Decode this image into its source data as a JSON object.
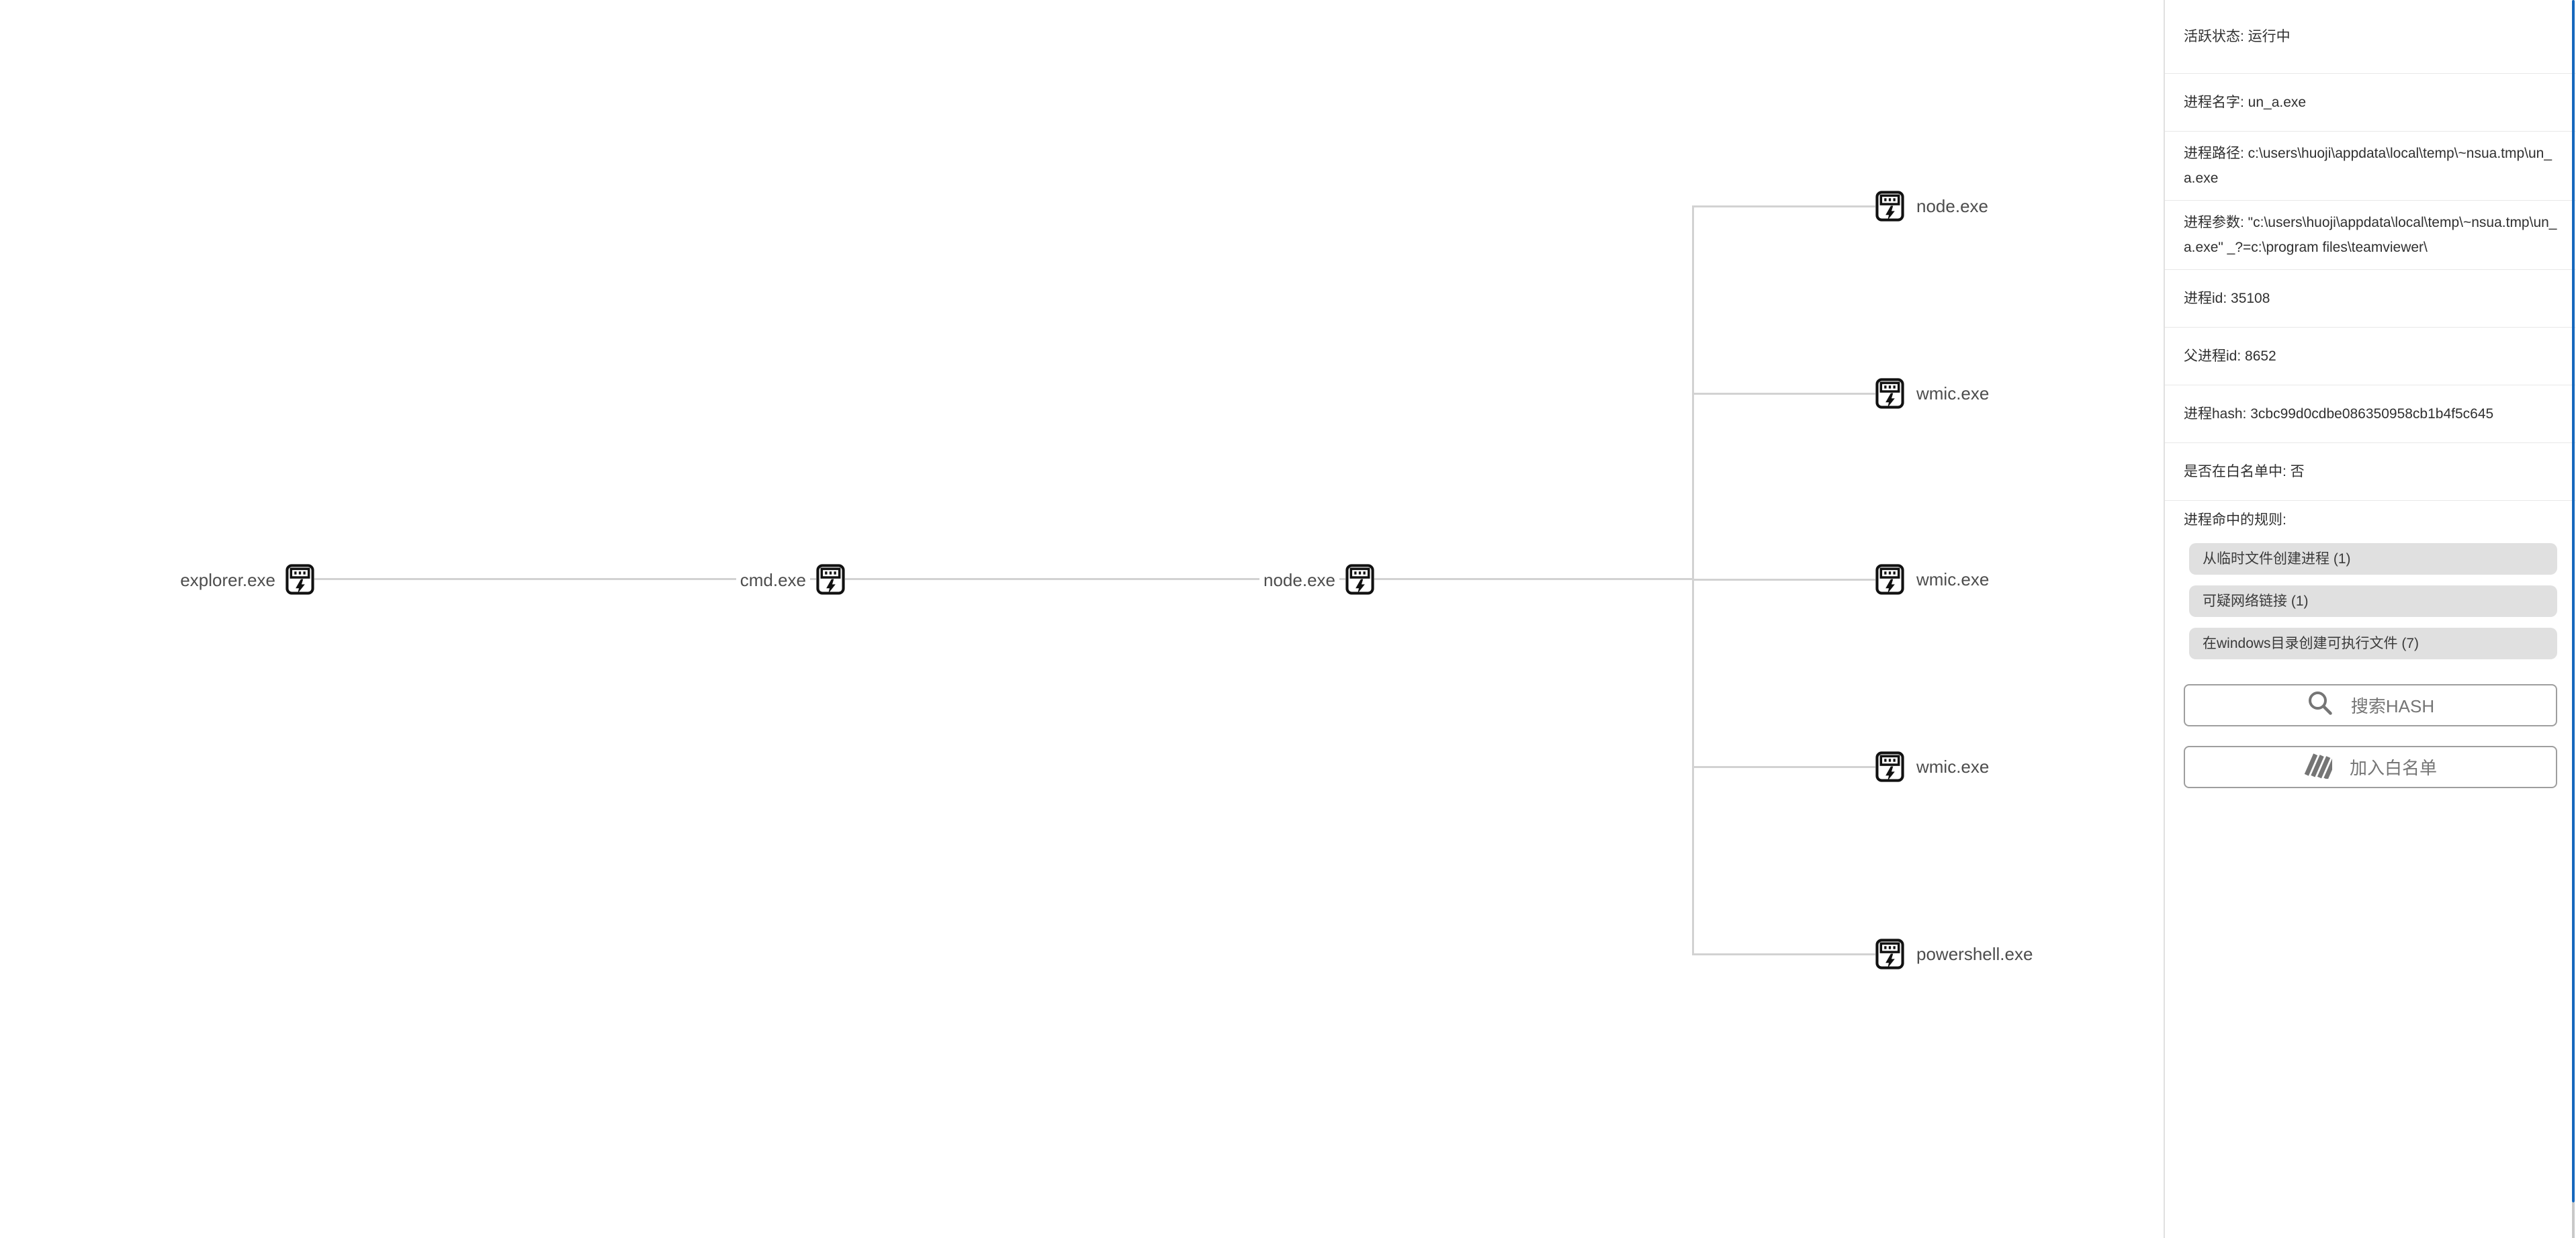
{
  "tree": {
    "chain": [
      {
        "label": "explorer.exe",
        "icon": "process-window-bolt-icon"
      },
      {
        "label": "cmd.exe",
        "icon": "process-window-bolt-icon"
      },
      {
        "label": "node.exe",
        "icon": "process-window-bolt-icon"
      }
    ],
    "children": [
      {
        "label": "node.exe",
        "icon": "process-window-bolt-icon"
      },
      {
        "label": "wmic.exe",
        "icon": "process-window-bolt-icon"
      },
      {
        "label": "wmic.exe",
        "icon": "process-window-bolt-icon"
      },
      {
        "label": "wmic.exe",
        "icon": "process-window-bolt-icon"
      },
      {
        "label": "powershell.exe",
        "icon": "process-window-bolt-icon"
      }
    ],
    "line_color": "#d2d2d2",
    "label_color": "#4d4d4d"
  },
  "sidebar": {
    "info_rows": [
      {
        "text": "活跃状态: 运行中"
      },
      {
        "text": "进程名字: un_a.exe"
      },
      {
        "text": "进程路径: c:\\users\\huoji\\appdata\\local\\temp\\~nsua.tmp\\un_a.exe"
      },
      {
        "text": "进程参数: \"c:\\users\\huoji\\appdata\\local\\temp\\~nsua.tmp\\un_a.exe\" _?=c:\\program files\\teamviewer\\"
      },
      {
        "text": "进程id: 35108"
      },
      {
        "text": "父进程id: 8652"
      },
      {
        "text": "进程hash: 3cbc99d0cdbe086350958cb1b4f5c645"
      },
      {
        "text": "是否在白名单中: 否"
      }
    ],
    "rules": {
      "title": "进程命中的规则:",
      "chips": [
        {
          "label": "从临时文件创建进程 (1)"
        },
        {
          "label": "可疑网络链接 (1)"
        },
        {
          "label": "在windows目录创建可执行文件 (7)"
        }
      ]
    },
    "buttons": [
      {
        "label": "搜索HASH",
        "icon": "search-icon"
      },
      {
        "label": "加入白名单",
        "icon": "whitelist-stripes-icon"
      }
    ],
    "colors": {
      "text": "#303030",
      "chip_bg": "#e0e0e0",
      "separator": "#e8e8e8",
      "panel_border": "#e0e0e0",
      "button_text": "#757575",
      "button_border": "#9e9e9e"
    }
  },
  "scrollbar": {
    "thumb_color": "#1668bd",
    "track_color": "#c9c9c9"
  }
}
